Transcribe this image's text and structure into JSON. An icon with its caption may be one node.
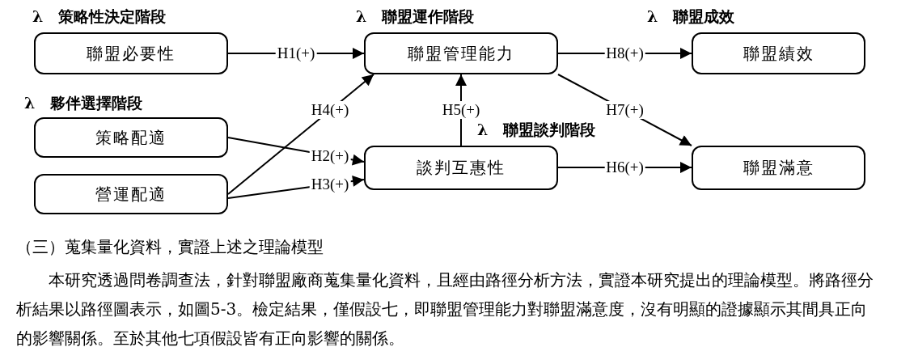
{
  "diagram": {
    "nodes": [
      {
        "text": [
          "聯盟必要性"
        ]
      },
      {
        "text": [
          "聯盟管理能力"
        ]
      },
      {
        "text": [
          "聯盟績效"
        ]
      },
      {
        "text": [
          "策略配適"
        ]
      },
      {
        "text": [
          "營運配適"
        ]
      },
      {
        "text": [
          "談判互惠性"
        ]
      },
      {
        "text": [
          "聯盟滿意"
        ]
      }
    ],
    "edges": [
      {
        "from": 0,
        "to": 1,
        "arrow": "to",
        "label": "H1(+)"
      },
      {
        "from": 1,
        "to": 2,
        "arrow": "to",
        "label": "H8(+)"
      },
      {
        "from": 4,
        "to": 1,
        "arrow": "to",
        "label": "H4(+)"
      },
      {
        "from": 3,
        "to": 5,
        "arrow": "to",
        "label": "H2(+)"
      },
      {
        "from": 4,
        "to": 5,
        "arrow": "to",
        "label": "H3(+)"
      },
      {
        "from": 5,
        "to": 1,
        "arrow": "to",
        "label": "H5(+)"
      },
      {
        "from": 5,
        "to": 6,
        "arrow": "to",
        "label": "H6(+)"
      },
      {
        "from": 1,
        "to": 6,
        "arrow": "to",
        "label": "H7(+)"
      }
    ],
    "labels": [
      "λ　策略性決定階段",
      "λ　聯盟運作階段",
      "λ　聯盟成效",
      "λ　夥伴選擇階段",
      "λ　聯盟談判階段",
      "（三）蒐集量化資料，實證上述之理論模型",
      "本研究透過問卷調查法，針對聯盟廠商蒐集量化資料，且經由路徑分析方法，實證本研究提出的理論模型。將路徑分析結果以路徑圖表示，如圖5-3。檢定結果，僅假設七，即聯盟管理能力對聯盟滿意度，沒有明顯的證據顯示其間具正向的影響關係。至於其他七項假設皆有正向影響的關係。"
    ]
  }
}
